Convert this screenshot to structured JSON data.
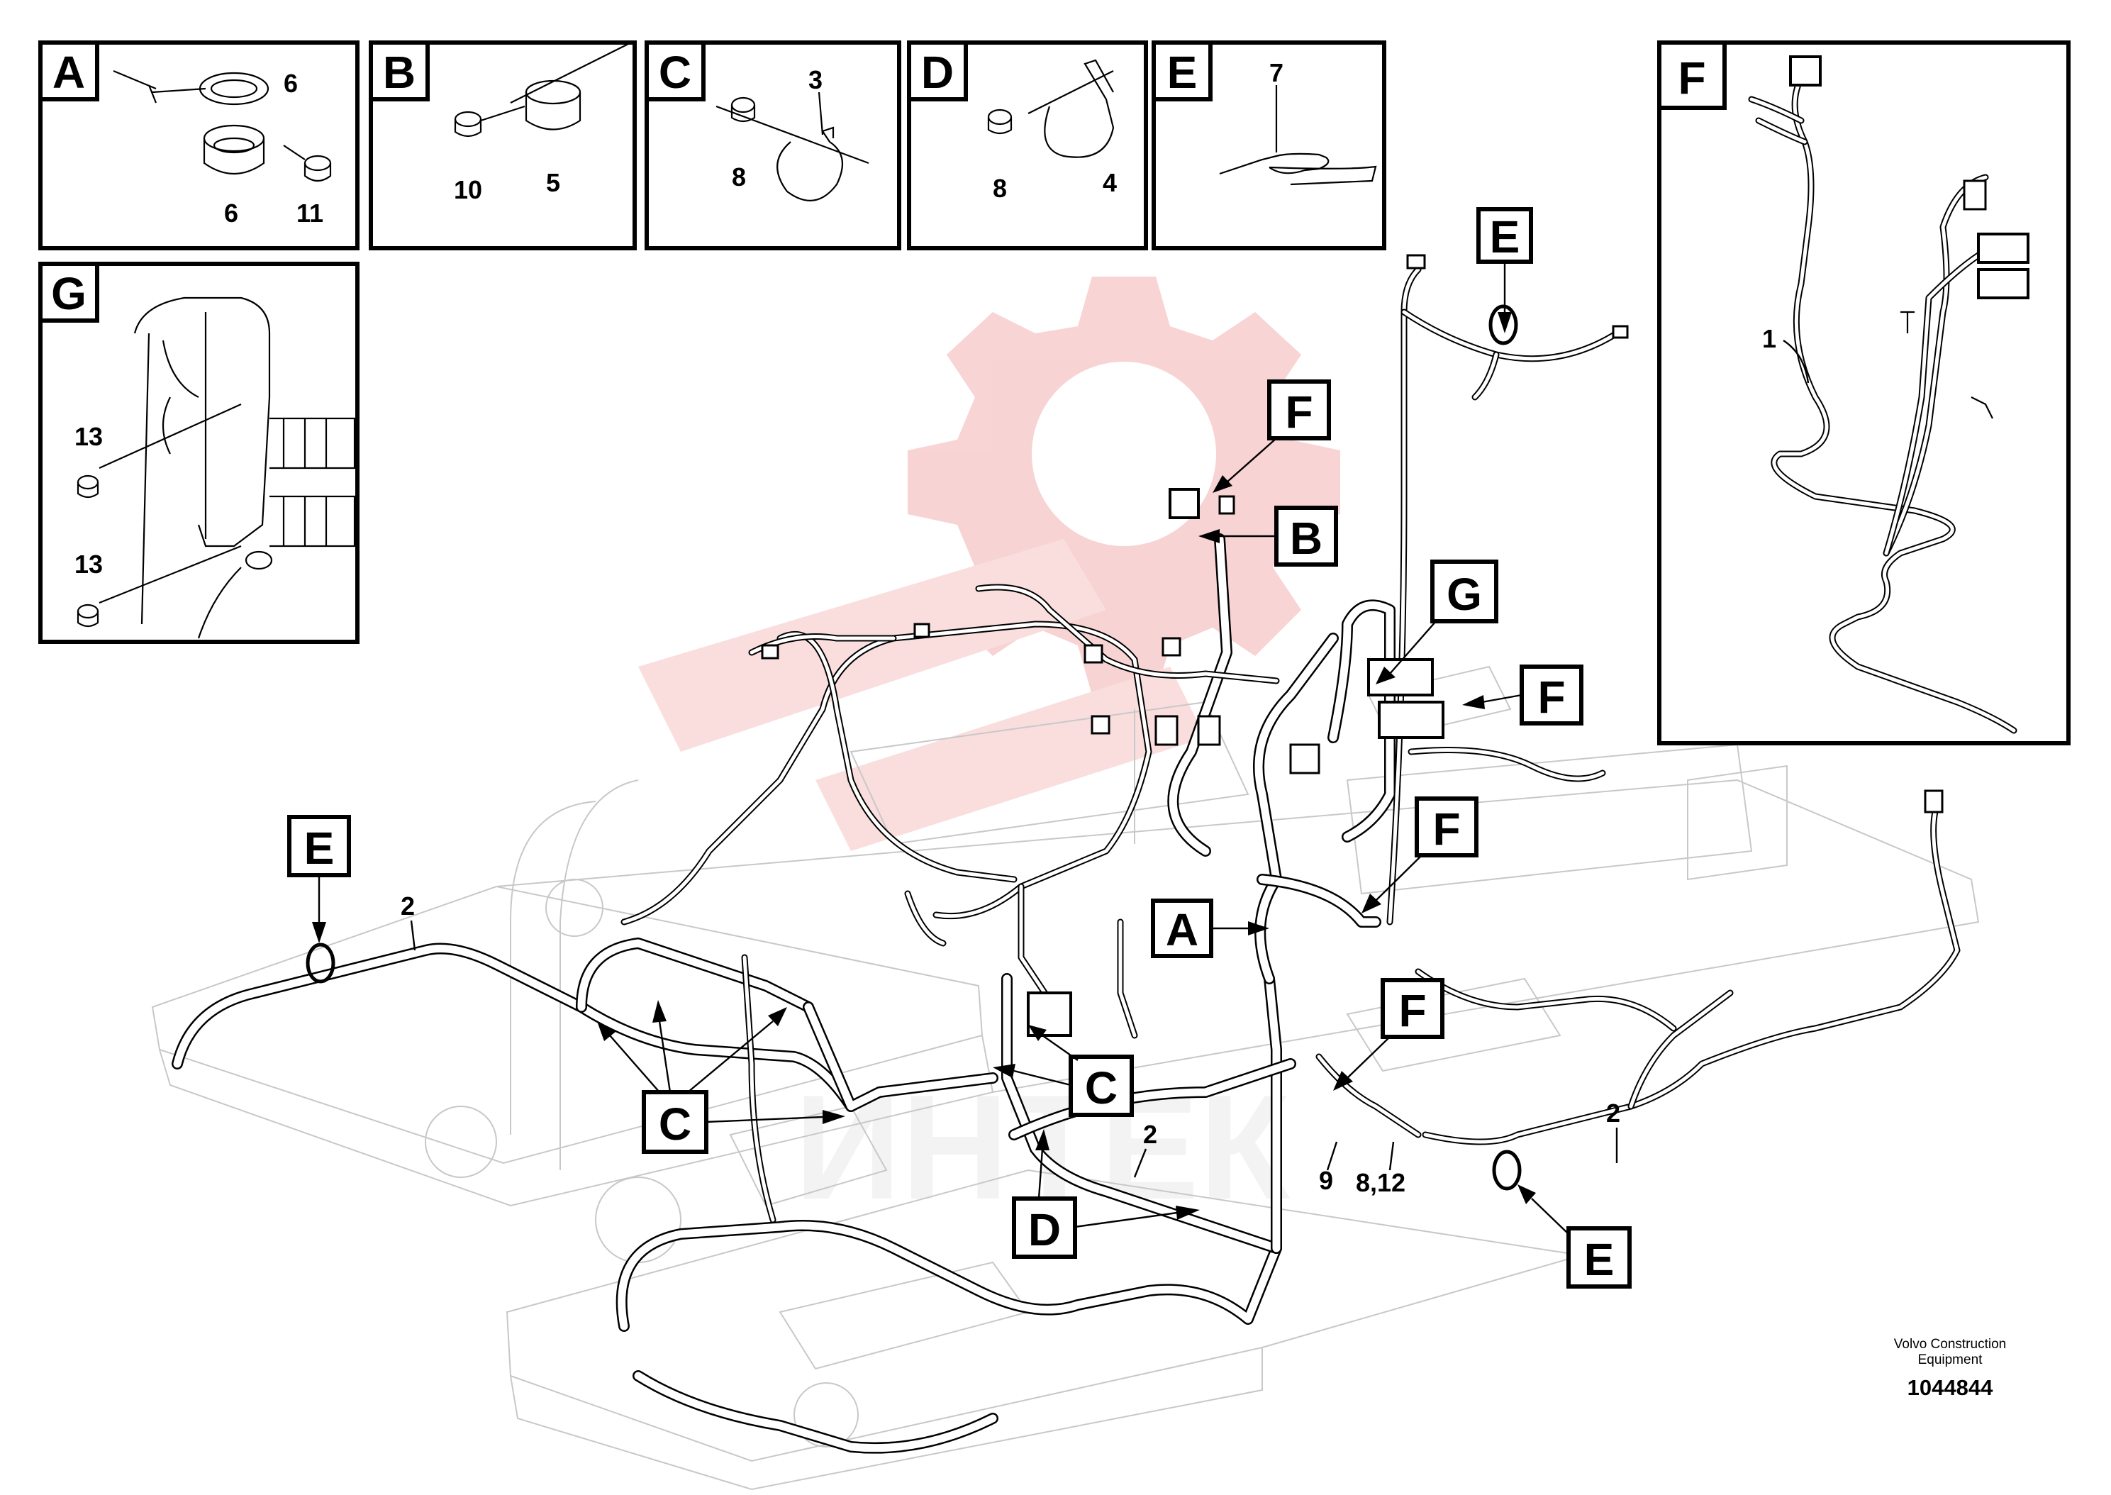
{
  "detail_boxes": [
    {
      "letter": "A",
      "parts": [
        "6",
        "6",
        "11"
      ]
    },
    {
      "letter": "B",
      "parts": [
        "10",
        "5"
      ]
    },
    {
      "letter": "C",
      "parts": [
        "3",
        "8"
      ]
    },
    {
      "letter": "D",
      "parts": [
        "8",
        "4"
      ]
    },
    {
      "letter": "E",
      "parts": [
        "7"
      ]
    },
    {
      "letter": "G",
      "parts": [
        "13",
        "13"
      ]
    },
    {
      "letter": "F",
      "parts": [
        "1"
      ]
    }
  ],
  "callouts": {
    "A": "A",
    "B": "B",
    "C": "C",
    "D": "D",
    "E": "E",
    "F": "F",
    "G": "G"
  },
  "part_numbers": {
    "harness": "2",
    "p9": "9",
    "p8_12": "8,12"
  },
  "credit": {
    "company_line1": "Volvo Construction",
    "company_line2": "Equipment",
    "drawing_number": "1044844"
  },
  "colors": {
    "ink": "#000000",
    "watermark": "#f0a0a0",
    "frame": "#c8c8c8"
  }
}
